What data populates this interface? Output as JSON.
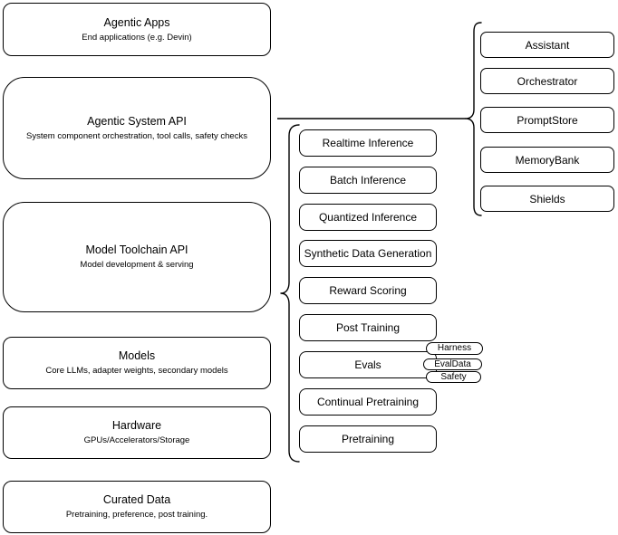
{
  "diagram": {
    "left_stack": [
      {
        "title": "Agentic Apps",
        "subtitle": "End applications (e.g. Devin)"
      },
      {
        "title": "Agentic System API",
        "subtitle": "System component orchestration, tool calls, safety checks"
      },
      {
        "title": "Model Toolchain API",
        "subtitle": "Model development & serving"
      },
      {
        "title": "Models",
        "subtitle": "Core LLMs, adapter weights, secondary models"
      },
      {
        "title": "Hardware",
        "subtitle": "GPUs/Accelerators/Storage"
      },
      {
        "title": "Curated Data",
        "subtitle": "Pretraining, preference, post training."
      }
    ],
    "toolchain_items": [
      "Realtime Inference",
      "Batch Inference",
      "Quantized Inference",
      "Synthetic Data Generation",
      "Reward Scoring",
      "Post Training",
      "Evals",
      "Continual Pretraining",
      "Pretraining"
    ],
    "eval_tags": [
      "Harness",
      "EvalData",
      "Safety"
    ],
    "system_components": [
      "Assistant",
      "Orchestrator",
      "PromptStore",
      "MemoryBank",
      "Shields"
    ],
    "colors": {
      "stroke": "#000000",
      "fill": "#ffffff"
    }
  }
}
